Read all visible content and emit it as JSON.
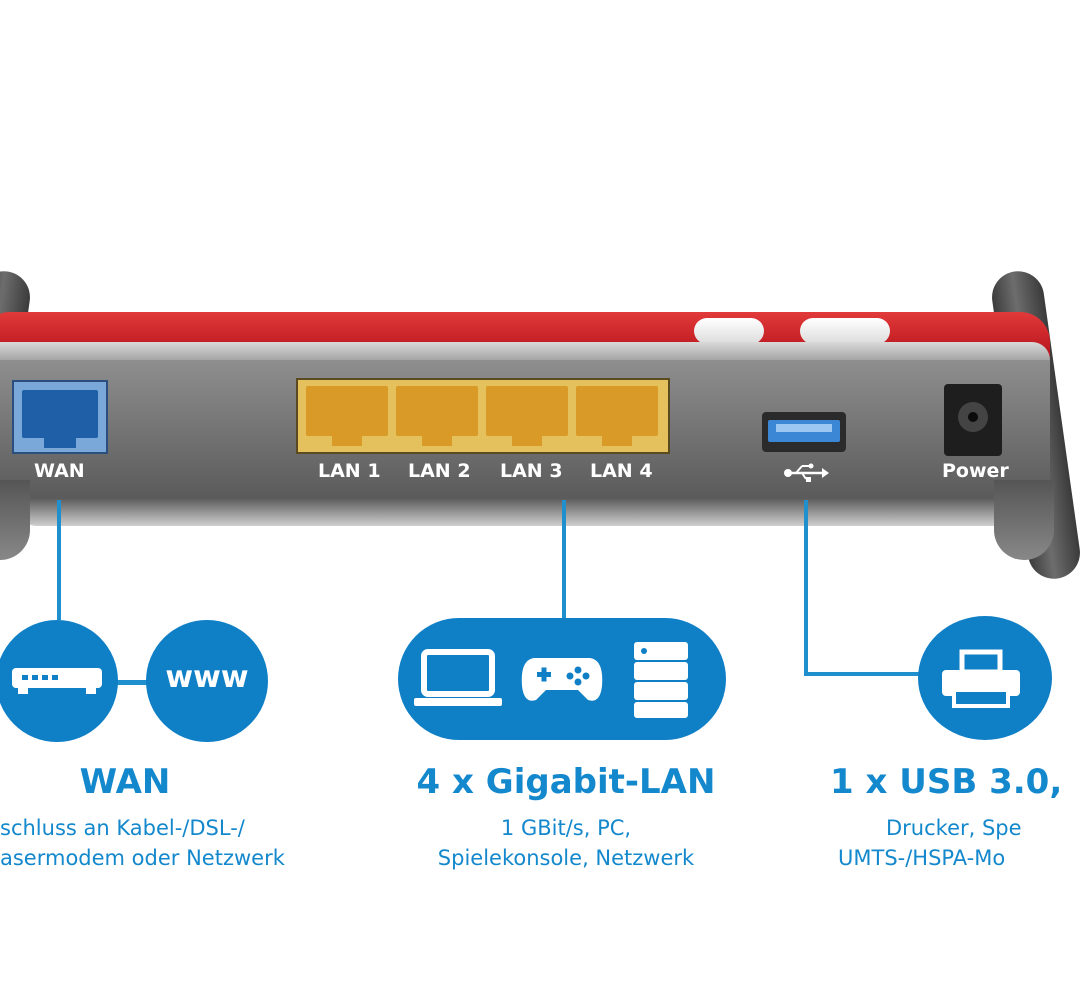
{
  "ports": {
    "wan_label": "WAN",
    "lan_labels": [
      "LAN 1",
      "LAN 2",
      "LAN 3",
      "LAN 4"
    ],
    "power_label": "Power",
    "usb_symbol": "⭠"
  },
  "wan_section": {
    "bubble_text": "www",
    "title": "WAN",
    "line1": "schluss an Kabel-/DSL-/",
    "line2": "asermodem oder Netzwerk"
  },
  "lan_section": {
    "title": "4 x Gigabit-LAN",
    "line1": "1 GBit/s, PC,",
    "line2": "Spielekonsole, Netzwerk"
  },
  "usb_section": {
    "title": "1 x USB 3.0,",
    "line1": "Drucker, Spe",
    "line2": "UMTS-/HSPA-Mo"
  },
  "colors": {
    "accent_blue": "#0f7fc6",
    "lan_port": "#e4c15c",
    "wan_port": "#1e5fa8",
    "router_red": "#c8161e"
  }
}
